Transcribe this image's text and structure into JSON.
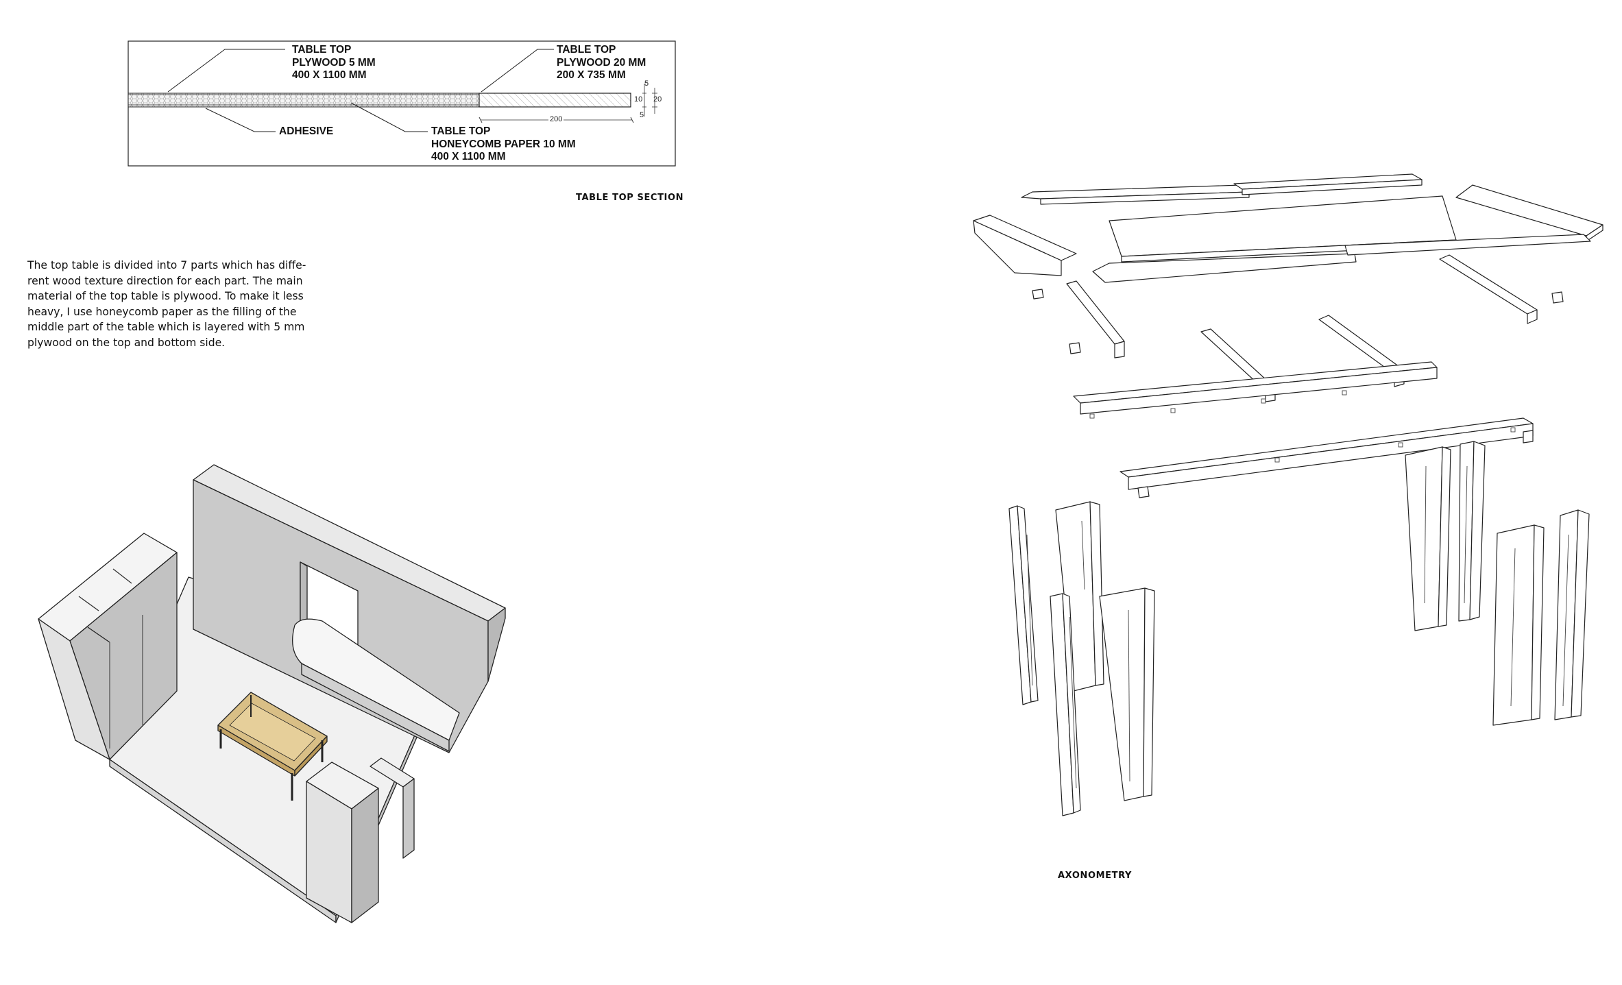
{
  "section": {
    "labels": {
      "top_plywood": "TABLE TOP\nPLYWOOD 5 MM\n400 X 1100 MM",
      "side_plywood": "TABLE TOP\nPLYWOOD 20 MM\n200 X 735 MM",
      "adhesive": "ADHESIVE",
      "honeycomb": "TABLE TOP\nHONEYCOMB PAPER 10 MM\n400 X 1100 MM"
    },
    "dims": {
      "top": "5",
      "middle": "10",
      "total": "20",
      "bottom": "5",
      "width": "200"
    },
    "caption": "TABLE TOP SECTION"
  },
  "description": "The top table is divided into 7 parts which has diffe-\nrent wood texture direction for each part. The main\nmaterial of the top table is plywood. To make it less\nheavy, I use honeycomb paper as the filling of the\nmiddle part of the table which is layered with 5 mm\nplywood on the top and bottom side.",
  "axonometry": {
    "caption": "AXONOMETRY"
  },
  "colors": {
    "line": "#222222",
    "wall_light": "#e8e8e8",
    "wall_mid": "#c9c9c9",
    "wall_dark": "#b3b3b3",
    "floor": "#f1f1f1",
    "wood": "#d9bf86",
    "wood_dark": "#c4a466"
  }
}
